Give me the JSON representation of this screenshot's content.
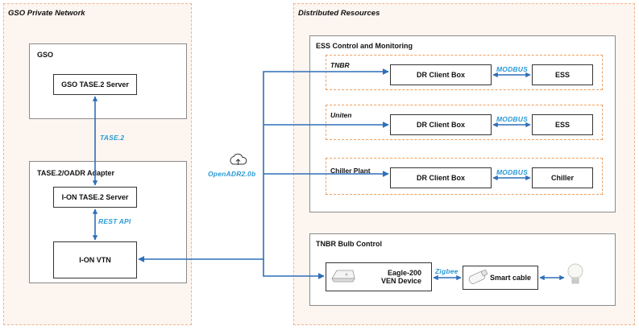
{
  "regions": {
    "gso_network": "GSO Private Network",
    "distributed": "Distributed Resources"
  },
  "panels": {
    "gso": "GSO",
    "adapter": "TASE.2/OADR Adapter",
    "ess_control": "ESS Control and Monitoring",
    "bulb_control": "TNBR Bulb Control"
  },
  "boxes": {
    "gso_server": "GSO TASE.2 Server",
    "ion_server": "I-ON TASE.2 Server",
    "ion_vtn": "I-ON VTN",
    "dr_client_1": "DR Client Box",
    "dr_client_2": "DR Client Box",
    "dr_client_3": "DR Client Box",
    "ess_1": "ESS",
    "ess_2": "ESS",
    "chiller": "Chiller",
    "eagle_line1": "Eagle-200",
    "eagle_line2": "VEN Device",
    "smart_cable": "Smart cable"
  },
  "groups": {
    "tnbr": "TNBR",
    "uniten": "Uniten",
    "chiller_plant": "Chiller Plant"
  },
  "protocols": {
    "tase2": "TASE.2",
    "rest_api": "REST API",
    "openadr": "OpenADR2.0b",
    "modbus_1": "MODBUS",
    "modbus_2": "MODBUS",
    "modbus_3": "MODBUS",
    "zigbee": "Zigbee"
  },
  "colors": {
    "link_blue": "#2f6fb8",
    "protocol_blue": "#2a9ad6",
    "region_border": "#f2b38a",
    "group_border": "#f0a060"
  },
  "icons": [
    "cloud-upload-icon",
    "router-icon",
    "smart-plug-icon",
    "light-bulb-icon"
  ]
}
